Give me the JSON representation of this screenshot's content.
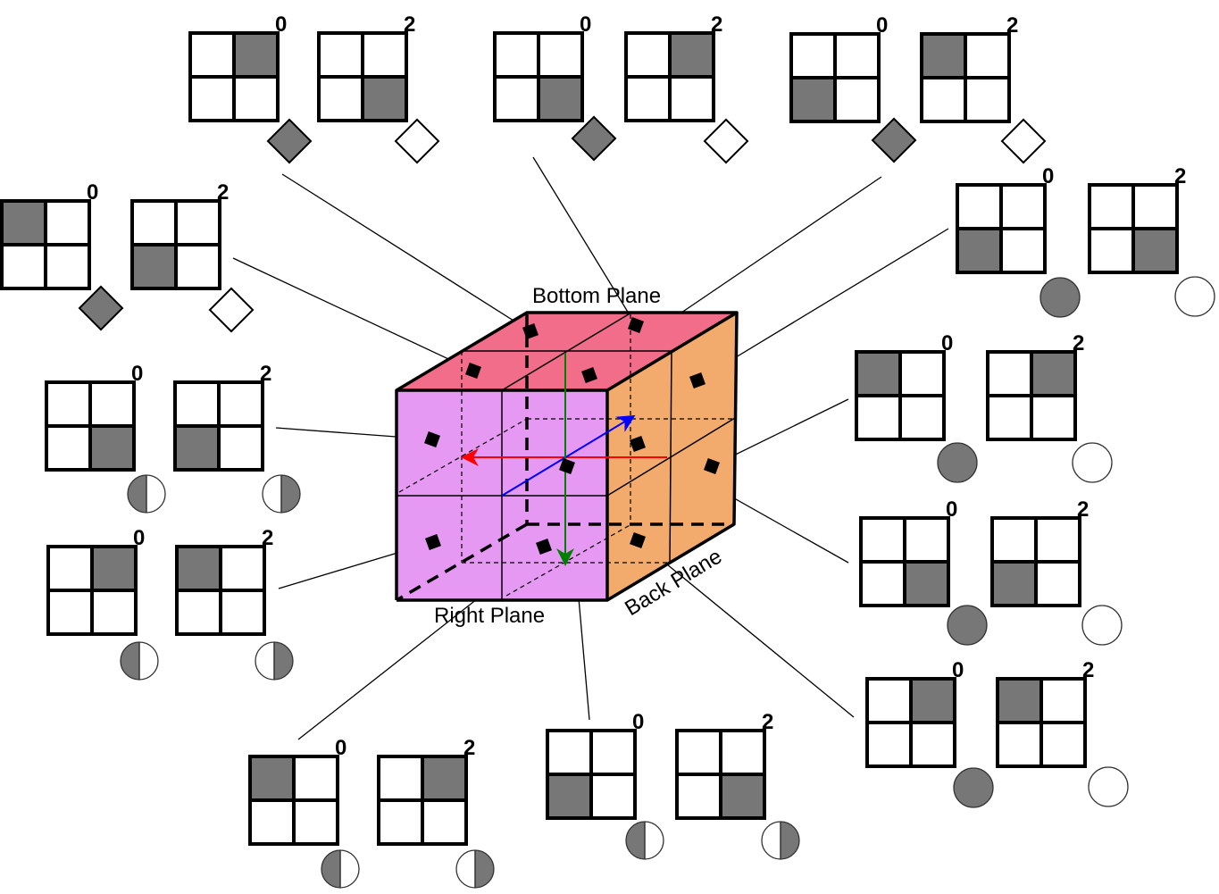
{
  "labels": {
    "bottom_plane": "Bottom Plane",
    "right_plane": "Right Plane",
    "back_plane": "Back Plane"
  },
  "colors": {
    "top_face": "#f26d8a",
    "front_face": "#e699f2",
    "side_face": "#f2ab6c",
    "shade": "#777777",
    "x_arrow": "#ff0000",
    "y_arrow": "#0000ff",
    "z_arrow": "#008000"
  },
  "groups": [
    {
      "labels": [
        "0",
        "2"
      ],
      "shaded": [
        "TR",
        "BR"
      ],
      "symbol": "diamond"
    },
    {
      "labels": [
        "0",
        "2"
      ],
      "shaded": [
        "BR",
        "TR"
      ],
      "symbol": "diamond"
    },
    {
      "labels": [
        "0",
        "2"
      ],
      "shaded": [
        "BL",
        "TL"
      ],
      "symbol": "diamond"
    },
    {
      "labels": [
        "0",
        "2"
      ],
      "shaded": [
        "TL",
        "BL"
      ],
      "symbol": "diamond"
    },
    {
      "labels": [
        "0",
        "2"
      ],
      "shaded": [
        "BL",
        "BR"
      ],
      "symbol": "circle"
    },
    {
      "labels": [
        "0",
        "2"
      ],
      "shaded": [
        "BR",
        "BL"
      ],
      "symbol": "half-circle"
    },
    {
      "labels": [
        "0",
        "2"
      ],
      "shaded": [
        "TR",
        "TL"
      ],
      "symbol": "half-circle"
    },
    {
      "labels": [
        "0",
        "2"
      ],
      "shaded": [
        "TL",
        "TR"
      ],
      "symbol": "circle"
    },
    {
      "labels": [
        "0",
        "2"
      ],
      "shaded": [
        "BR",
        "BL"
      ],
      "symbol": "circle"
    },
    {
      "labels": [
        "0",
        "2"
      ],
      "shaded": [
        "TR",
        "TL"
      ],
      "symbol": "circle"
    },
    {
      "labels": [
        "0",
        "2"
      ],
      "shaded": [
        "TL",
        "TR"
      ],
      "symbol": "half-circle"
    },
    {
      "labels": [
        "0",
        "2"
      ],
      "shaded": [
        "BL",
        "BR"
      ],
      "symbol": "half-circle"
    }
  ]
}
